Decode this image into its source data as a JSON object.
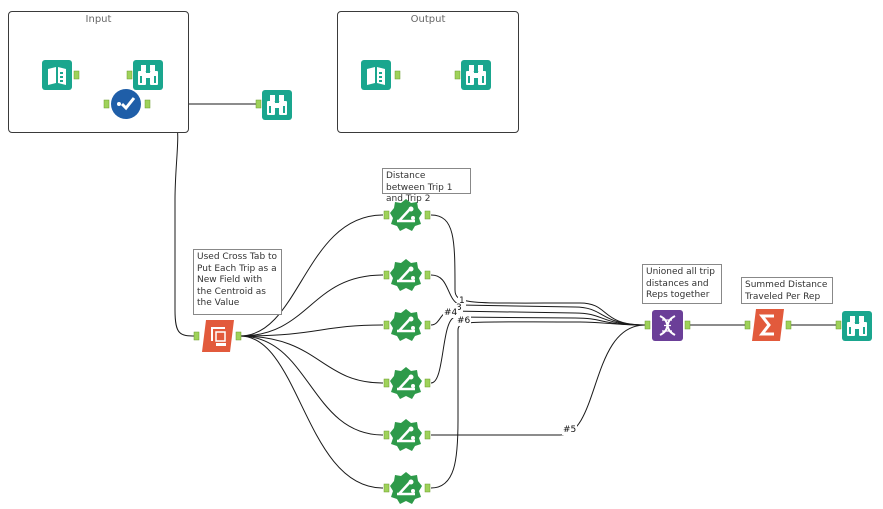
{
  "containers": {
    "input_title": "Input",
    "output_title": "Output"
  },
  "comments": {
    "distance": "Distance between Trip 1 and Trip 2",
    "crosstab": "Used Cross Tab to Put Each Trip as a New Field with the Centroid as the Value",
    "union": "Unioned all trip distances and Reps together",
    "summarize": "Summed Distance Traveled Per Rep"
  },
  "wire_labels": {
    "l1": "1",
    "l3": "3",
    "l4": "#4",
    "l6": "#6",
    "l5": "#5"
  },
  "icons": {
    "input": "input-data-icon",
    "browse": "browse-binoculars-icon",
    "select": "select-checkmark-icon",
    "formula": "distance-tool-icon",
    "crosstab": "cross-tab-icon",
    "union": "union-dna-icon",
    "summarize": "summarize-sigma-icon"
  },
  "colors": {
    "teal": "#1aa68e",
    "blue": "#1f5ea8",
    "green": "#2e9a4a",
    "orange": "#e25a3c",
    "purple": "#6b3f98",
    "anchor": "#9fd25a"
  }
}
